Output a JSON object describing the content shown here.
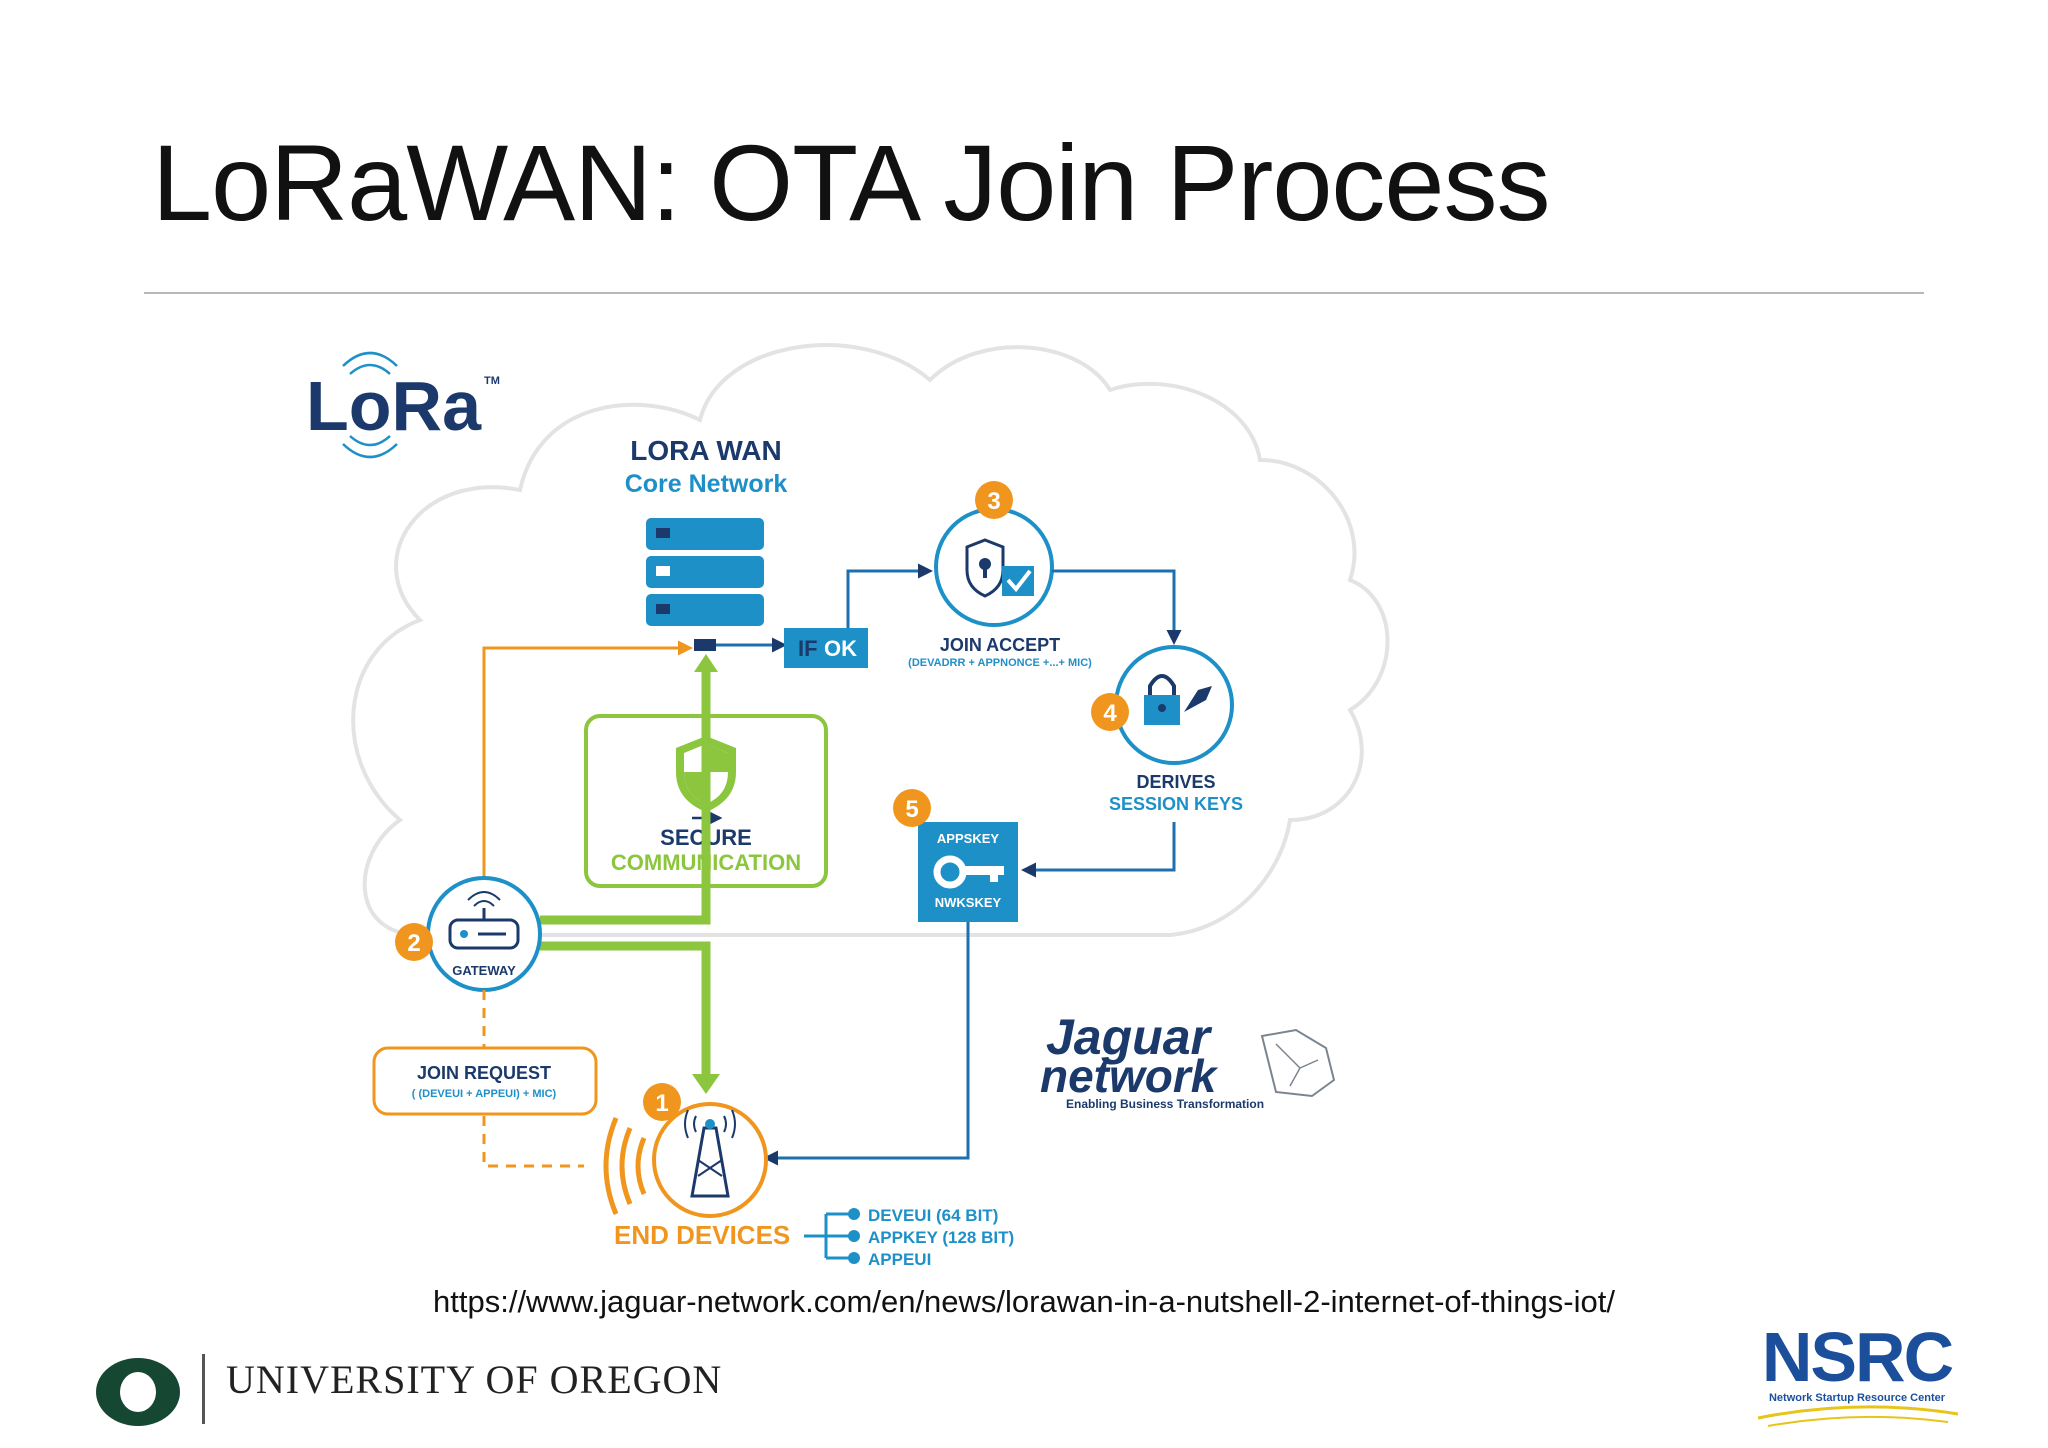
{
  "slide": {
    "title": "LoRaWAN: OTA Join Process",
    "source_url": "https://www.jaguar-network.com/en/news/lorawan-in-a-nutshell-2-internet-of-things-iot/"
  },
  "diagram": {
    "lora_logo": {
      "text": "LoRa",
      "tm": "TM"
    },
    "core": {
      "line1": "LORA WAN",
      "line2": "Core Network"
    },
    "if_ok": {
      "prefix": "IF",
      "suffix": "OK"
    },
    "steps": {
      "s1": "1",
      "s2": "2",
      "s3": "3",
      "s4": "4",
      "s5": "5"
    },
    "join_accept": {
      "title": "JOIN ACCEPT",
      "detail": "(DEVADRR + APPNONCE +...+ MIC)"
    },
    "derives": {
      "line1": "DERIVES",
      "line2": "SESSION KEYS"
    },
    "secure": {
      "line1": "SECURE",
      "line2": "COMMUNICATION"
    },
    "keys": {
      "top": "APPSKEY",
      "bottom": "NWKSKEY"
    },
    "gateway": {
      "label": "GATEWAY"
    },
    "join_request": {
      "title": "JOIN REQUEST",
      "detail": "( (DEVEUI + APPEUI) + MIC)"
    },
    "end_devices": {
      "label": "END DEVICES",
      "params": [
        "DEVEUI (64 BIT)",
        "APPKEY (128 BIT)",
        "APPEUI"
      ]
    },
    "jaguar": {
      "line1": "Jaguar",
      "line2": "network",
      "tagline": "Enabling Business Transformation"
    }
  },
  "footer": {
    "university": "UNIVERSITY OF OREGON",
    "nsrc": "NSRC",
    "nsrc_sub": "Network Startup Resource Center"
  },
  "colors": {
    "orange": "#f0961e",
    "green": "#8cc63f",
    "blue": "#1e90c8",
    "navy": "#1b3a6b",
    "cloud_stroke": "#e3e3e3"
  }
}
